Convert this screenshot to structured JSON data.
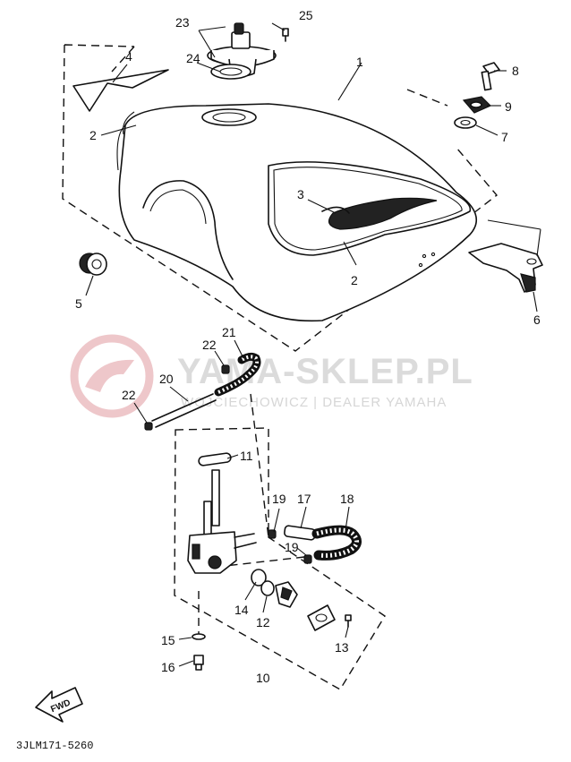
{
  "callouts": [
    {
      "id": "c1",
      "text": "1"
    },
    {
      "id": "c2a",
      "text": "2"
    },
    {
      "id": "c2b",
      "text": "2"
    },
    {
      "id": "c3",
      "text": "3"
    },
    {
      "id": "c4",
      "text": "4"
    },
    {
      "id": "c5",
      "text": "5"
    },
    {
      "id": "c6",
      "text": "6"
    },
    {
      "id": "c7",
      "text": "7"
    },
    {
      "id": "c8",
      "text": "8"
    },
    {
      "id": "c9",
      "text": "9"
    },
    {
      "id": "c10",
      "text": "10"
    },
    {
      "id": "c11",
      "text": "11"
    },
    {
      "id": "c12",
      "text": "12"
    },
    {
      "id": "c13",
      "text": "13"
    },
    {
      "id": "c14",
      "text": "14"
    },
    {
      "id": "c15",
      "text": "15"
    },
    {
      "id": "c16",
      "text": "16"
    },
    {
      "id": "c17",
      "text": "17"
    },
    {
      "id": "c18",
      "text": "18"
    },
    {
      "id": "c19a",
      "text": "19"
    },
    {
      "id": "c19b",
      "text": "19"
    },
    {
      "id": "c20",
      "text": "20"
    },
    {
      "id": "c21",
      "text": "21"
    },
    {
      "id": "c22a",
      "text": "22"
    },
    {
      "id": "c22b",
      "text": "22"
    },
    {
      "id": "c23",
      "text": "23"
    },
    {
      "id": "c24",
      "text": "24"
    },
    {
      "id": "c25",
      "text": "25"
    }
  ],
  "fwd_label": "FWD",
  "diagram_code": "3JLM171-5260",
  "watermark": {
    "brand": "YAMA-SKLEP.PL",
    "dealer": "WOJCIECHOWICZ | DEALER YAMAHA",
    "color": "#e8b4b8"
  }
}
